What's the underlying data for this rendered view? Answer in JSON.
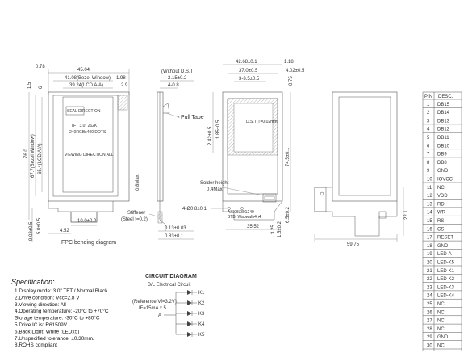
{
  "front_view": {
    "dims_top": [
      "0.78",
      "45.04",
      "41.08(Bezel Window)",
      "1.98",
      "39.24(LCD A/A)",
      "2.9"
    ],
    "dims_left": [
      "76.0",
      "67.7(Bezel Window)",
      "65.4(LCD A/A)",
      "1.5",
      "6"
    ],
    "dims_bottom": [
      "9.02±0.5",
      "5.0±0.5",
      "4.52",
      "10.0±0.2"
    ],
    "label_tft": "TFT 3.0\" 262K",
    "label_res": "240RGBx400 DOTS",
    "label_viewing": "VIEWING DIRECTION ALL",
    "label_seal": "SEAL DIRECTION",
    "label_fpc": "FPC bending diagram",
    "label_dim_right": "0.8Max"
  },
  "side_view": {
    "label_without": "(Without D.S.T)",
    "dim1": "2.15±0.2",
    "dim2": "4-0.8",
    "label_pull": "Pull Tape",
    "label_stiffener": "Stiffener",
    "label_steel": "(Steel t=0.2)",
    "dim3": "0.13±0.03",
    "dim4": "0.83±0.1"
  },
  "back_view": {
    "dim_top1": "42.68±0.1",
    "dim_top2": "1.18",
    "dim_top3": "37.0±0.5",
    "dim_top4": "4.02±0.5",
    "dim_top5": "3-3.5±0.5",
    "dim_top6": "0.75",
    "dim_left1": "2.42±0.5",
    "dim_left2": "1.85±0.5",
    "dim_right": "74.5±0.1",
    "label_dst": "D.S.T(T=0.02mm)",
    "label_solder": "Solder height",
    "label_solder_max": "0.4Max",
    "label_holes": "4-Ø0.8±0.1",
    "label_part1": "AXXBL301249",
    "label_part2": "BTB: Wabwafn4n4",
    "dim_b1": "35.52",
    "dim_r1": "6.5±0.2",
    "dim_r2": "3.25",
    "dim_r3": "1.5±0.2"
  },
  "module_view": {
    "dim_width": "59.75",
    "dim_height": "22.1"
  },
  "pin_table": {
    "headers": [
      "PIN",
      "DESC."
    ],
    "rows": [
      [
        "1",
        "DB15"
      ],
      [
        "2",
        "DB14"
      ],
      [
        "3",
        "DB13"
      ],
      [
        "4",
        "DB12"
      ],
      [
        "5",
        "DB11"
      ],
      [
        "6",
        "DB10"
      ],
      [
        "7",
        "DB9"
      ],
      [
        "8",
        "DB8"
      ],
      [
        "9",
        "GND"
      ],
      [
        "10",
        "IOVCC"
      ],
      [
        "11",
        "NC"
      ],
      [
        "12",
        "VDD"
      ],
      [
        "13",
        "RD"
      ],
      [
        "14",
        "WR"
      ],
      [
        "15",
        "RS"
      ],
      [
        "16",
        "CS"
      ],
      [
        "17",
        "RESET"
      ],
      [
        "18",
        "GND"
      ],
      [
        "19",
        "LED-A"
      ],
      [
        "20",
        "LED-K5"
      ],
      [
        "21",
        "LED-K1"
      ],
      [
        "22",
        "LED-K2"
      ],
      [
        "23",
        "LED-K3"
      ],
      [
        "24",
        "LED-K4"
      ],
      [
        "25",
        "NC"
      ],
      [
        "26",
        "NC"
      ],
      [
        "27",
        "NC"
      ],
      [
        "28",
        "NC"
      ],
      [
        "29",
        "GND"
      ],
      [
        "30",
        "NC"
      ]
    ]
  },
  "circuit": {
    "title": "CIRCUIT DIAGRAM",
    "subtitle": "B/L Electrical Circuit",
    "ref": "(Reference Vf=3.2V)",
    "current": "IF=15mA x 5",
    "node_a": "A",
    "leds": [
      "K1",
      "K2",
      "K3",
      "K4",
      "K5"
    ]
  },
  "specification": {
    "title": "Specification:",
    "lines": [
      "1.Display mode: 3.0\" TFT / Normal Black",
      "2.Drive condition: Vcc=2.8 V",
      "3.Viewing direction: All",
      "4.Operating temperature: -20°C to +70°C",
      "   Storage temperature: -30°C to +80°C",
      "5.Drive IC is: R61509V",
      "6.Back Light: White (LEDx5)",
      "7.Unspecified tolerance: ±0.30mm.",
      "8.ROHS compliant"
    ]
  }
}
